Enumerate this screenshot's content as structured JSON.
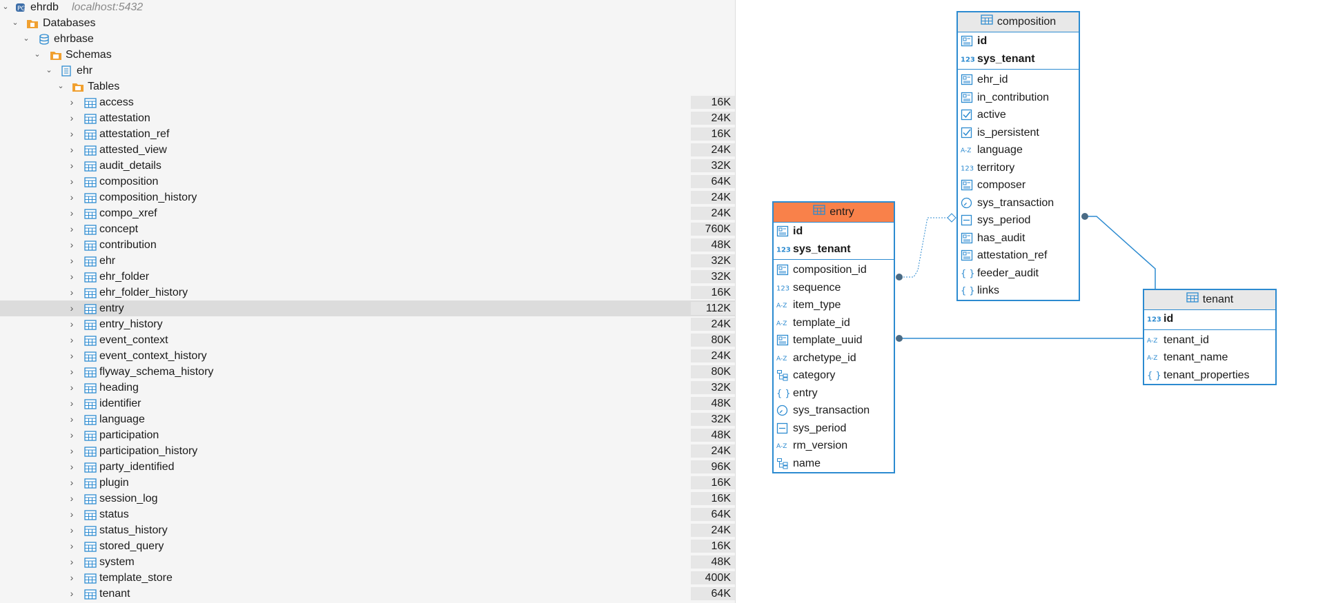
{
  "tree": {
    "connection": {
      "name": "ehrdb",
      "host": "localhost:5432"
    },
    "databases_label": "Databases",
    "database": "ehrbase",
    "schemas_label": "Schemas",
    "schema": "ehr",
    "tables_label": "Tables",
    "tables": [
      {
        "name": "access",
        "size": "16K"
      },
      {
        "name": "attestation",
        "size": "24K"
      },
      {
        "name": "attestation_ref",
        "size": "16K"
      },
      {
        "name": "attested_view",
        "size": "24K"
      },
      {
        "name": "audit_details",
        "size": "32K"
      },
      {
        "name": "composition",
        "size": "64K"
      },
      {
        "name": "composition_history",
        "size": "24K"
      },
      {
        "name": "compo_xref",
        "size": "24K"
      },
      {
        "name": "concept",
        "size": "760K"
      },
      {
        "name": "contribution",
        "size": "48K"
      },
      {
        "name": "ehr",
        "size": "32K"
      },
      {
        "name": "ehr_folder",
        "size": "32K"
      },
      {
        "name": "ehr_folder_history",
        "size": "16K"
      },
      {
        "name": "entry",
        "size": "112K"
      },
      {
        "name": "entry_history",
        "size": "24K"
      },
      {
        "name": "event_context",
        "size": "80K"
      },
      {
        "name": "event_context_history",
        "size": "24K"
      },
      {
        "name": "flyway_schema_history",
        "size": "80K"
      },
      {
        "name": "heading",
        "size": "32K"
      },
      {
        "name": "identifier",
        "size": "48K"
      },
      {
        "name": "language",
        "size": "32K"
      },
      {
        "name": "participation",
        "size": "48K"
      },
      {
        "name": "participation_history",
        "size": "24K"
      },
      {
        "name": "party_identified",
        "size": "96K"
      },
      {
        "name": "plugin",
        "size": "16K"
      },
      {
        "name": "session_log",
        "size": "16K"
      },
      {
        "name": "status",
        "size": "64K"
      },
      {
        "name": "status_history",
        "size": "24K"
      },
      {
        "name": "stored_query",
        "size": "16K"
      },
      {
        "name": "system",
        "size": "48K"
      },
      {
        "name": "template_store",
        "size": "400K"
      },
      {
        "name": "tenant",
        "size": "64K"
      }
    ],
    "selected": "entry"
  },
  "diagram": {
    "entry": {
      "title": "entry",
      "keys": [
        {
          "name": "id",
          "icon": "attr"
        },
        {
          "name": "sys_tenant",
          "icon": "num"
        }
      ],
      "columns": [
        {
          "name": "composition_id",
          "icon": "attr"
        },
        {
          "name": "sequence",
          "icon": "num"
        },
        {
          "name": "item_type",
          "icon": "az"
        },
        {
          "name": "template_id",
          "icon": "az"
        },
        {
          "name": "template_uuid",
          "icon": "attr"
        },
        {
          "name": "archetype_id",
          "icon": "az"
        },
        {
          "name": "category",
          "icon": "tree"
        },
        {
          "name": "entry",
          "icon": "json"
        },
        {
          "name": "sys_transaction",
          "icon": "clock"
        },
        {
          "name": "sys_period",
          "icon": "range"
        },
        {
          "name": "rm_version",
          "icon": "az"
        },
        {
          "name": "name",
          "icon": "tree"
        }
      ]
    },
    "composition": {
      "title": "composition",
      "keys": [
        {
          "name": "id",
          "icon": "attr"
        },
        {
          "name": "sys_tenant",
          "icon": "num"
        }
      ],
      "columns": [
        {
          "name": "ehr_id",
          "icon": "attr"
        },
        {
          "name": "in_contribution",
          "icon": "attr"
        },
        {
          "name": "active",
          "icon": "check"
        },
        {
          "name": "is_persistent",
          "icon": "check"
        },
        {
          "name": "language",
          "icon": "az"
        },
        {
          "name": "territory",
          "icon": "num"
        },
        {
          "name": "composer",
          "icon": "attr"
        },
        {
          "name": "sys_transaction",
          "icon": "clock"
        },
        {
          "name": "sys_period",
          "icon": "range"
        },
        {
          "name": "has_audit",
          "icon": "attr"
        },
        {
          "name": "attestation_ref",
          "icon": "attr"
        },
        {
          "name": "feeder_audit",
          "icon": "json"
        },
        {
          "name": "links",
          "icon": "json"
        }
      ]
    },
    "tenant": {
      "title": "tenant",
      "keys": [
        {
          "name": "id",
          "icon": "num"
        }
      ],
      "columns": [
        {
          "name": "tenant_id",
          "icon": "az"
        },
        {
          "name": "tenant_name",
          "icon": "az"
        },
        {
          "name": "tenant_properties",
          "icon": "json"
        }
      ]
    },
    "colors": {
      "accent": "#2b8ad0",
      "selected_header": "#f9814a",
      "header": "#e8e8e8"
    }
  }
}
